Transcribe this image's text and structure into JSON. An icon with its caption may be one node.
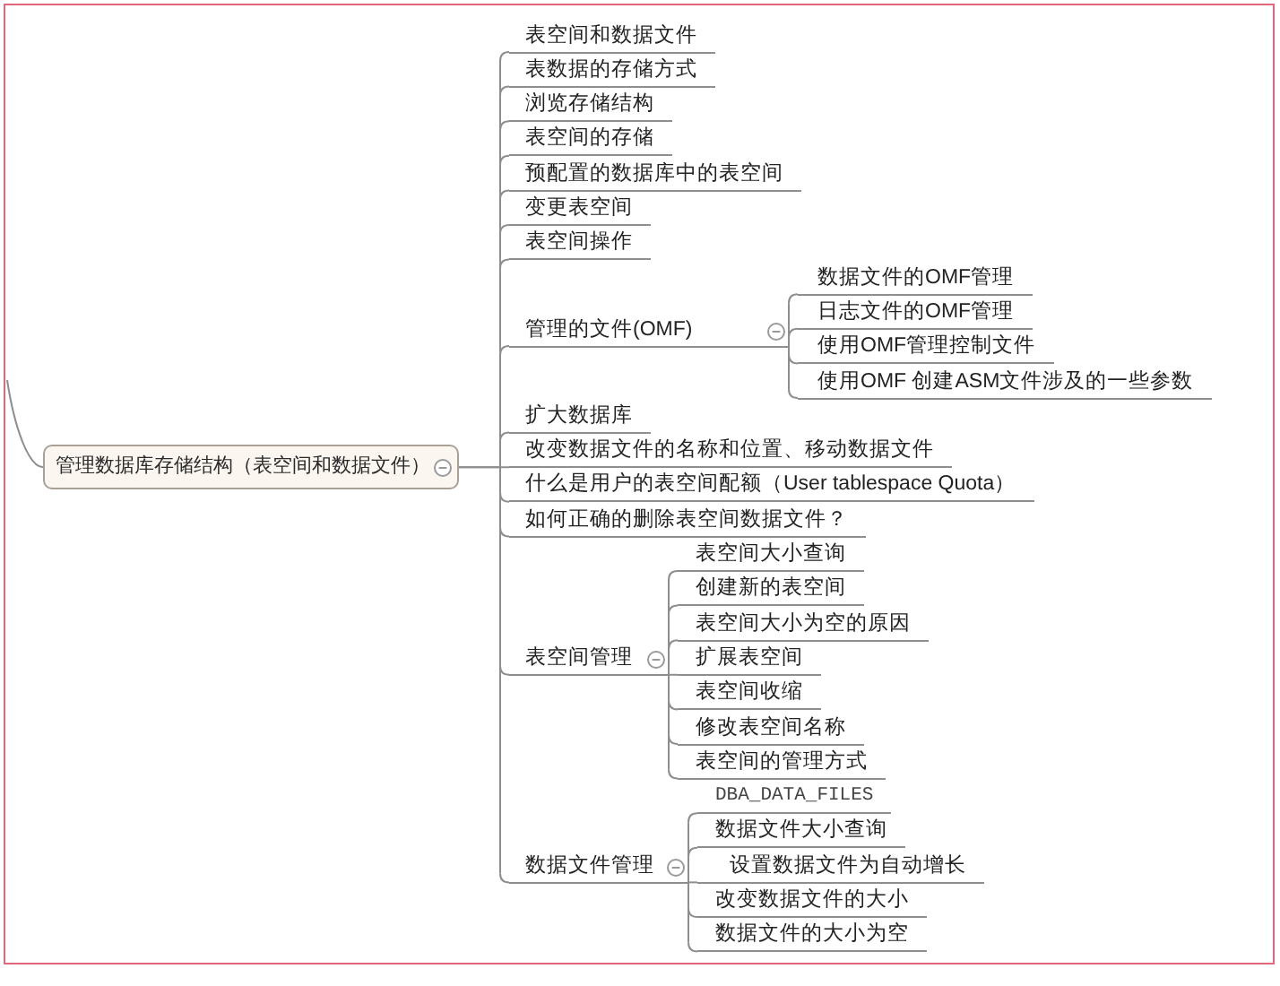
{
  "diagram": {
    "nodes": [
      {
        "text": [
          "管理数据库存储结构（表空间和数据文件）"
        ]
      },
      {
        "text": [
          "表空间和数据文件"
        ]
      },
      {
        "text": [
          "表数据的存储方式"
        ]
      },
      {
        "text": [
          "浏览存储结构"
        ]
      },
      {
        "text": [
          "表空间的存储"
        ]
      },
      {
        "text": [
          "预配置的数据库中的表空间"
        ]
      },
      {
        "text": [
          "变更表空间"
        ]
      },
      {
        "text": [
          "表空间操作"
        ]
      },
      {
        "text": [
          "管理的文件(OMF)"
        ]
      },
      {
        "text": [
          "数据文件的OMF管理"
        ]
      },
      {
        "text": [
          "日志文件的OMF管理"
        ]
      },
      {
        "text": [
          "使用OMF管理控制文件"
        ]
      },
      {
        "text": [
          "使用OMF 创建ASM文件涉及的一些参数"
        ]
      },
      {
        "text": [
          "扩大数据库"
        ]
      },
      {
        "text": [
          "改变数据文件的名称和位置、移动数据文件"
        ]
      },
      {
        "text": [
          "什么是用户的表空间配额（User tablespace Quota）"
        ]
      },
      {
        "text": [
          "如何正确的删除表空间数据文件？"
        ]
      },
      {
        "text": [
          "表空间管理"
        ]
      },
      {
        "text": [
          "表空间大小查询"
        ]
      },
      {
        "text": [
          "创建新的表空间"
        ]
      },
      {
        "text": [
          "表空间大小为空的原因"
        ]
      },
      {
        "text": [
          "扩展表空间"
        ]
      },
      {
        "text": [
          "表空间收缩"
        ]
      },
      {
        "text": [
          "修改表空间名称"
        ]
      },
      {
        "text": [
          "表空间的管理方式"
        ]
      },
      {
        "text": [
          "数据文件管理"
        ]
      },
      {
        "text": [
          "DBA_DATA_FILES"
        ]
      },
      {
        "text": [
          "数据文件大小查询"
        ]
      },
      {
        "text": [
          "设置数据文件为自动增长"
        ]
      },
      {
        "text": [
          "改变数据文件的大小"
        ]
      },
      {
        "text": [
          "数据文件的大小为空"
        ]
      }
    ],
    "edges": [
      {
        "from": null,
        "to": 0,
        "arrow": "none"
      },
      {
        "from": 0,
        "to": 1,
        "arrow": "none"
      },
      {
        "from": 0,
        "to": 2,
        "arrow": "none"
      },
      {
        "from": 0,
        "to": 3,
        "arrow": "none"
      },
      {
        "from": 0,
        "to": 4,
        "arrow": "none"
      },
      {
        "from": 0,
        "to": 5,
        "arrow": "none"
      },
      {
        "from": 0,
        "to": 6,
        "arrow": "none"
      },
      {
        "from": 0,
        "to": 7,
        "arrow": "none"
      },
      {
        "from": 0,
        "to": 8,
        "arrow": "none"
      },
      {
        "from": 8,
        "to": 9,
        "arrow": "none"
      },
      {
        "from": 8,
        "to": 10,
        "arrow": "none"
      },
      {
        "from": 8,
        "to": 11,
        "arrow": "none"
      },
      {
        "from": 8,
        "to": 12,
        "arrow": "none"
      },
      {
        "from": 0,
        "to": 13,
        "arrow": "none"
      },
      {
        "from": 0,
        "to": 14,
        "arrow": "none"
      },
      {
        "from": 0,
        "to": 15,
        "arrow": "none"
      },
      {
        "from": 0,
        "to": 16,
        "arrow": "none"
      },
      {
        "from": 0,
        "to": 17,
        "arrow": "none"
      },
      {
        "from": 17,
        "to": 18,
        "arrow": "none"
      },
      {
        "from": 17,
        "to": 19,
        "arrow": "none"
      },
      {
        "from": 17,
        "to": 20,
        "arrow": "none"
      },
      {
        "from": 17,
        "to": 21,
        "arrow": "none"
      },
      {
        "from": 17,
        "to": 22,
        "arrow": "none"
      },
      {
        "from": 17,
        "to": 23,
        "arrow": "none"
      },
      {
        "from": 17,
        "to": 24,
        "arrow": "none"
      },
      {
        "from": 0,
        "to": 25,
        "arrow": "none"
      },
      {
        "from": 25,
        "to": 26,
        "arrow": "none"
      },
      {
        "from": 25,
        "to": 27,
        "arrow": "none"
      },
      {
        "from": 25,
        "to": 28,
        "arrow": "none"
      },
      {
        "from": 25,
        "to": 29,
        "arrow": "none"
      },
      {
        "from": 25,
        "to": 30,
        "arrow": "none"
      }
    ]
  }
}
